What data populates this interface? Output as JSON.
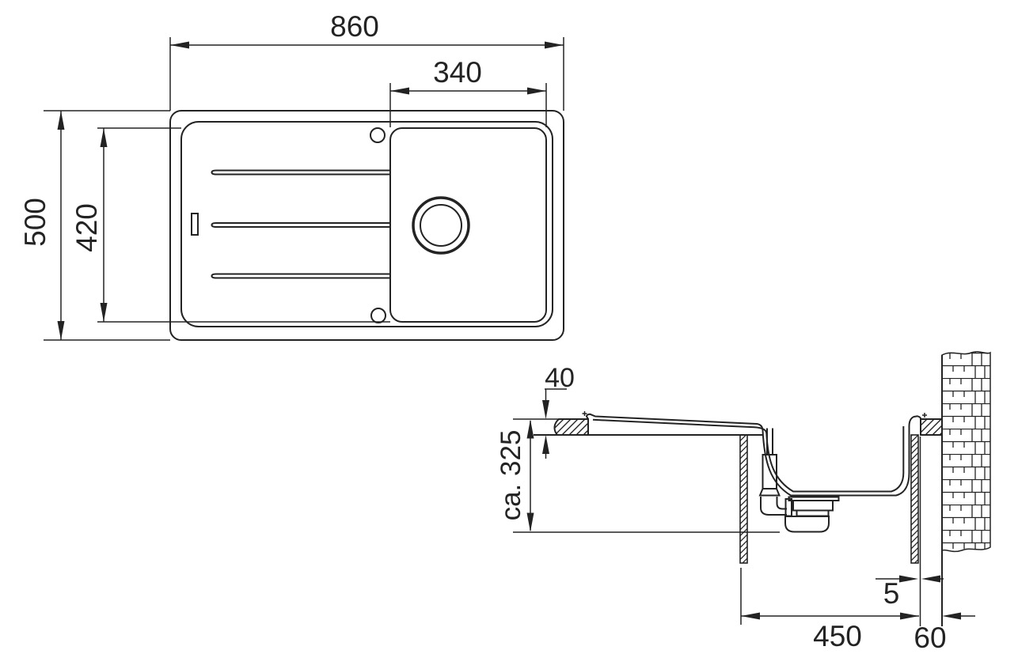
{
  "colors": {
    "ink": "#232323",
    "paper": "#ffffff"
  },
  "top_view": {
    "dims": {
      "overall_width": "860",
      "bowl_width": "340",
      "overall_depth": "500",
      "bowl_depth": "420"
    }
  },
  "side_view": {
    "dims": {
      "countertop_thickness": "40",
      "mounting_depth": "ca. 325",
      "cabinet_width": "450",
      "rear_gap": "5",
      "wall_clearance": "60"
    }
  }
}
